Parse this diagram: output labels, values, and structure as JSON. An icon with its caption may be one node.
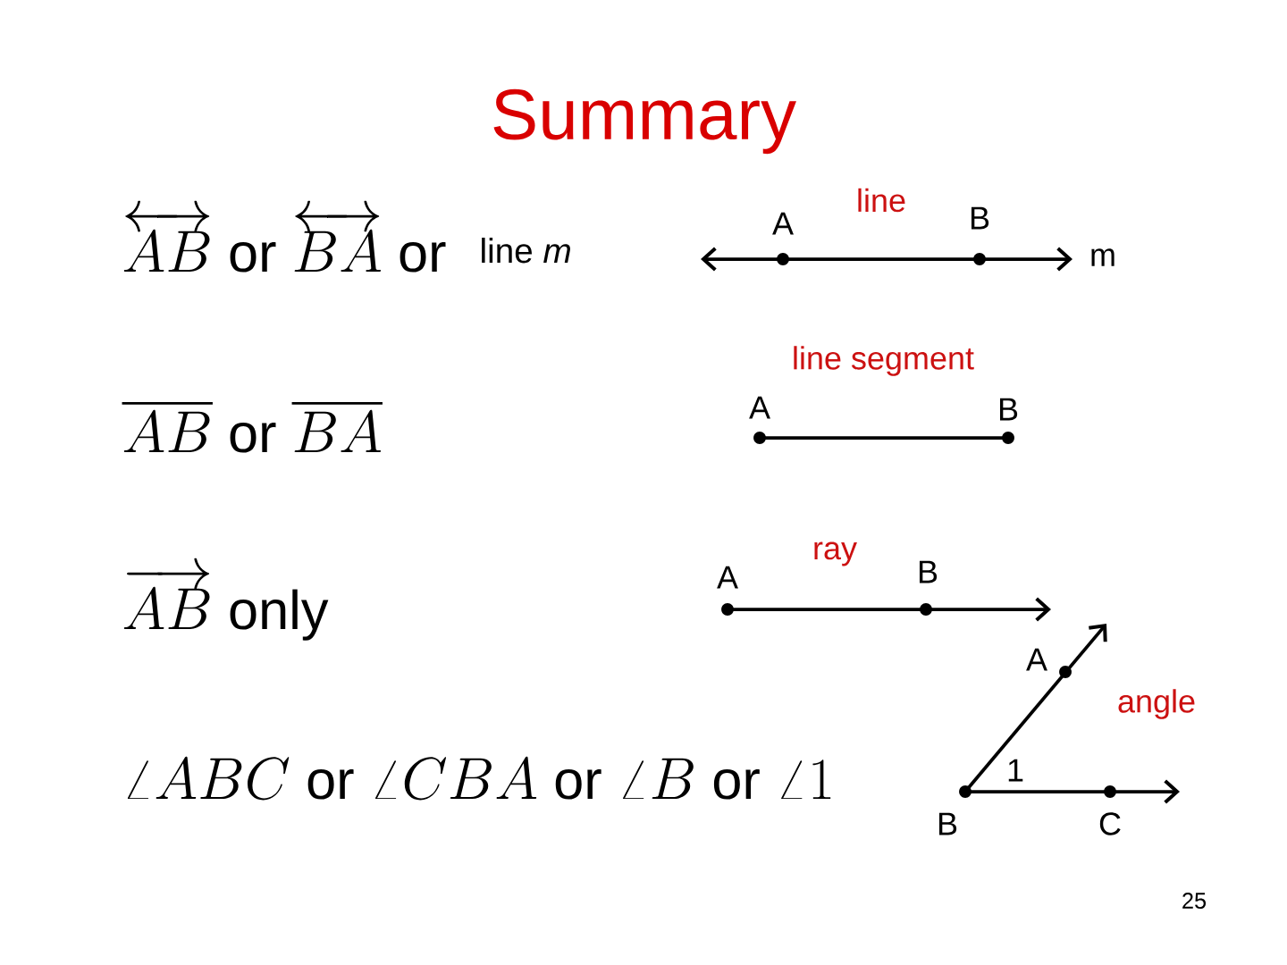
{
  "diagram": {
    "title": "Summary",
    "labels": [
      "\\overleftrightarrow{AB}\\mathrm{\\ or\\ }\\overleftrightarrow{BA}\\mathrm{\\ or}",
      "line *m*",
      "\\overline{AB}\\mathrm{\\ or\\ }\\overline{BA}",
      "\\overrightarrow{AB}\\mathrm{\\ only}",
      "\\angle ABC\\mathrm{\\ or\\ }\\angle CBA\\mathrm{\\ or\\ }\\angle B\\mathrm{\\ or\\ }\\angle 1",
      "A",
      "line",
      "B",
      "m",
      "line segment",
      "A",
      "B",
      "A",
      "ray",
      "B",
      "A",
      "angle",
      "1",
      "B",
      "C",
      "25"
    ]
  }
}
